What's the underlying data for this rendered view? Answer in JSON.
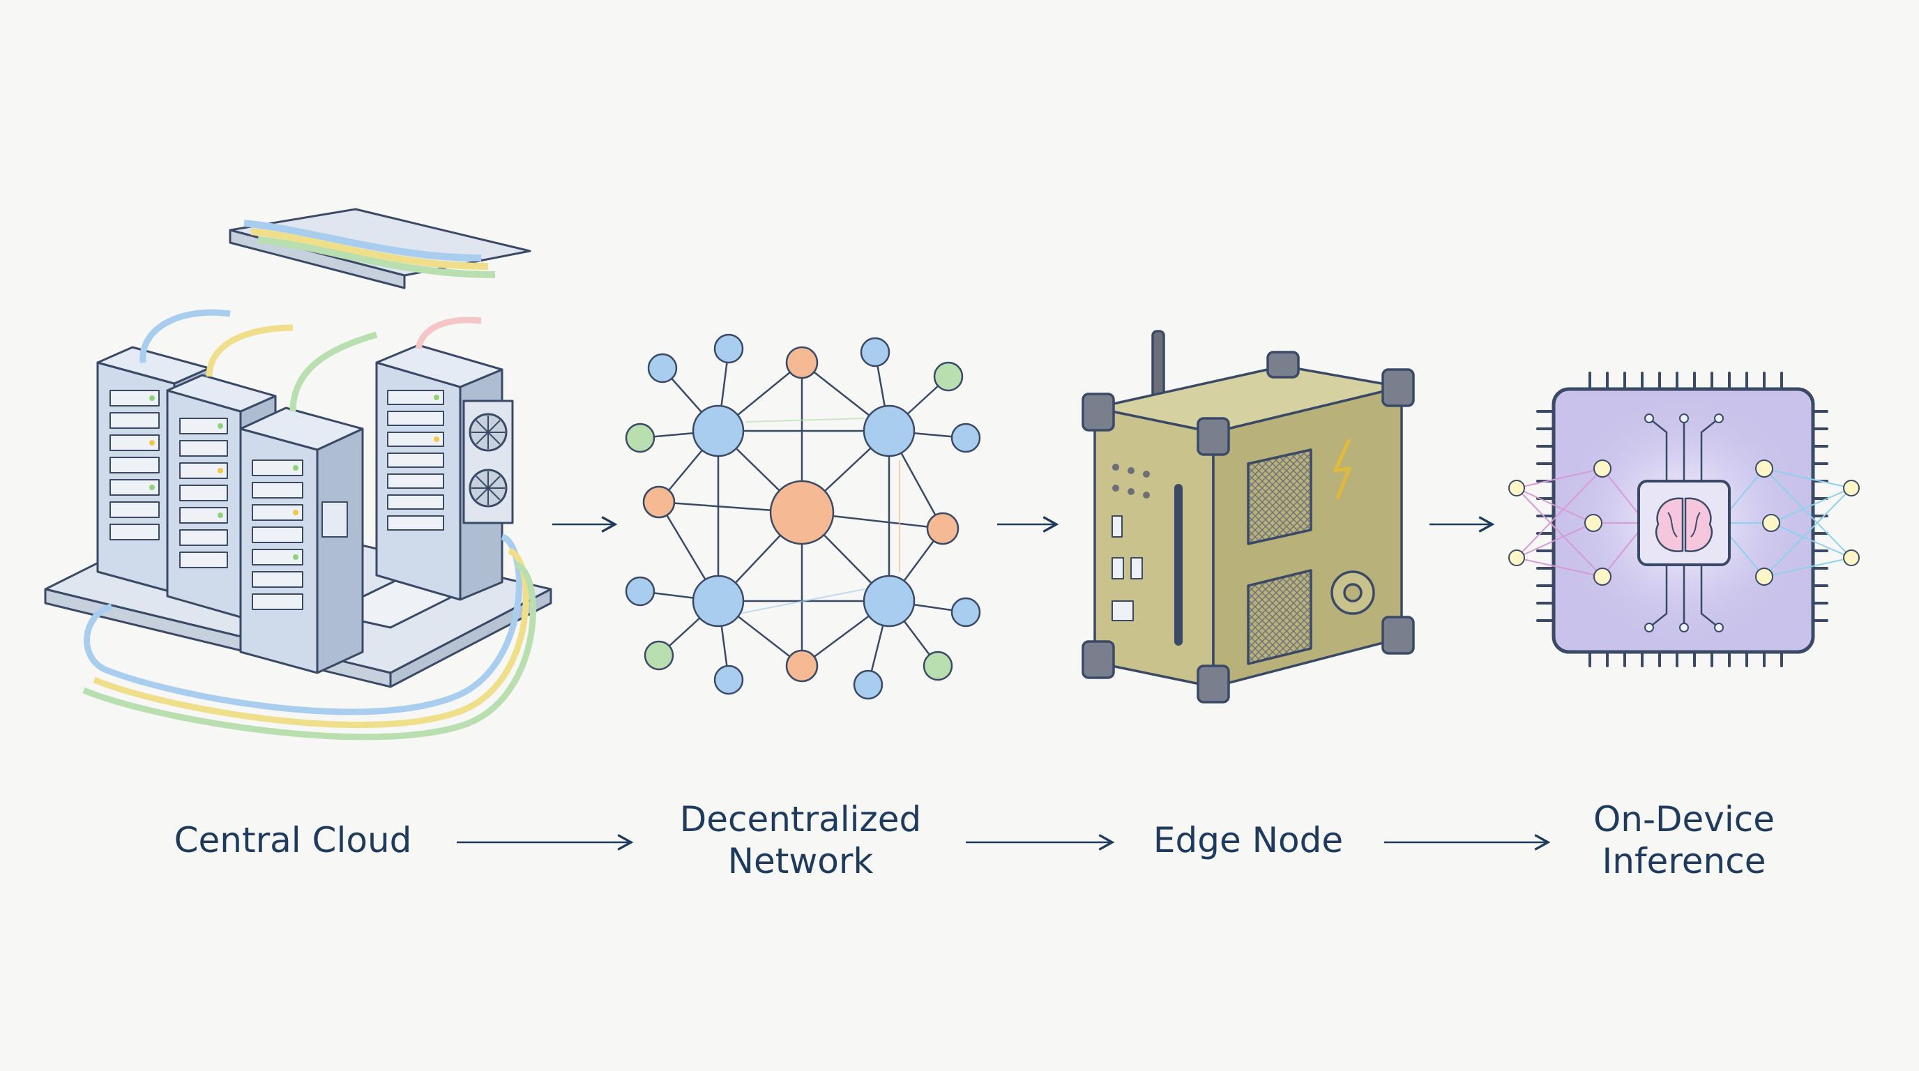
{
  "stages": [
    {
      "label": "Central Cloud",
      "icon": "server-rack-icon"
    },
    {
      "label": "Decentralized\nNetwork",
      "icon": "network-graph-icon"
    },
    {
      "label": "Edge Node",
      "icon": "edge-device-icon"
    },
    {
      "label": "On-Device\nInference",
      "icon": "ai-chip-icon"
    }
  ],
  "colors": {
    "ink": "#3a4a66",
    "label": "#1e3a5c",
    "node_blue": "#a9cdee",
    "node_orange": "#f5b994",
    "node_green": "#b9dfb0",
    "edge_box": "#b8b27a",
    "chip": "#c9c2ea",
    "background": "#f7f7f6"
  }
}
